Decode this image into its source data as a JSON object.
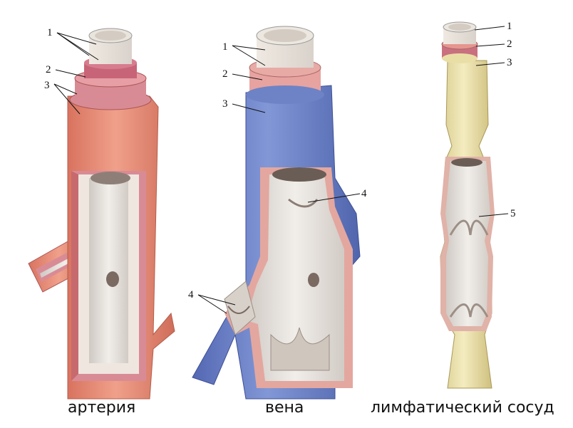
{
  "captions": {
    "artery": "артерия",
    "vein": "вена",
    "lymph": "лимфатический сосуд"
  },
  "labels": {
    "artery": [
      "1",
      "2",
      "3"
    ],
    "vein": [
      "1",
      "2",
      "3",
      "4",
      "4"
    ],
    "lymph": [
      "1",
      "2",
      "3",
      "5"
    ]
  },
  "colors": {
    "artery_outer": "#e98d78",
    "artery_media": "#d98b95",
    "vein_outer": "#6d83c6",
    "lymph_outer": "#e9dfa6",
    "lumen": "#e6e3df",
    "intima": "#efe6e0"
  }
}
